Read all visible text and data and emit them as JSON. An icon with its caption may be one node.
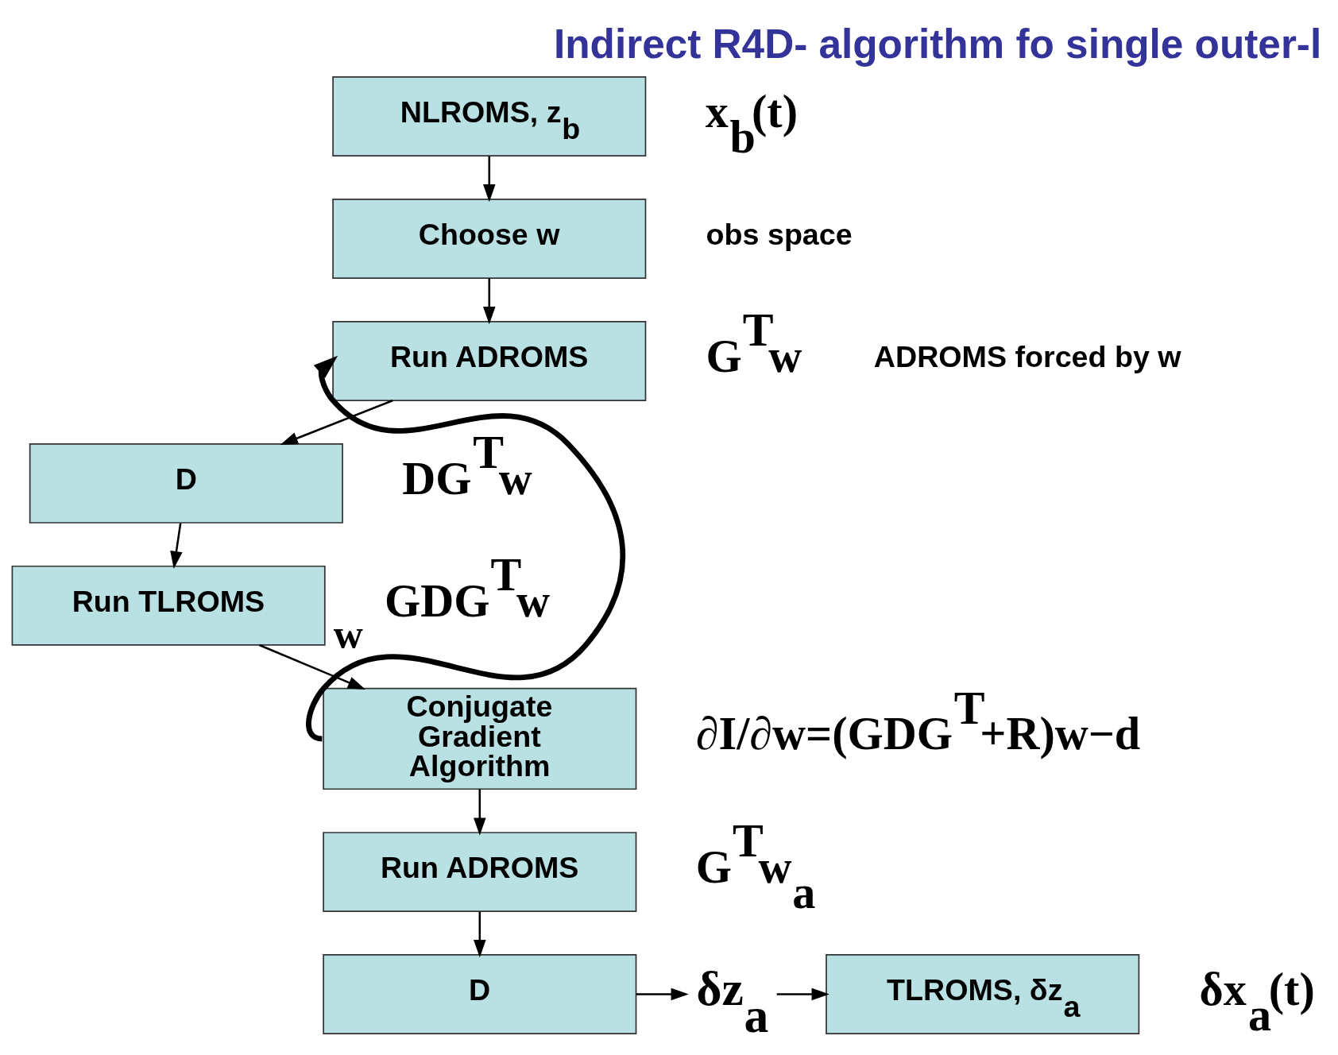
{
  "diagram": {
    "title": "Indirect R4D- algorithm fo single outer-l",
    "nodes": [
      {
        "text": [
          "NLROMS, z$_{b}$"
        ],
        "beside": [
          "x$_{b}$(t)"
        ]
      },
      {
        "text": [
          "Choose w"
        ],
        "beside": [
          "obs space"
        ]
      },
      {
        "text": [
          "Run ADROMS"
        ],
        "beside": [
          "G$^{T}$w"
        ]
      },
      {
        "text": [
          "D"
        ],
        "beside": [
          "DG$^{T}$w"
        ]
      },
      {
        "text": [
          "Run TLROMS"
        ],
        "beside": [
          "GDG$^{T}$w"
        ]
      },
      {
        "text": [
          "Conjugate Gradient Algorithm"
        ],
        "beside": [
          "∂I/∂w=(GDG$^{T}$+R)w−d"
        ]
      },
      {
        "text": [
          "Run ADROMS"
        ],
        "beside": [
          "G$^{T}$w$_{a}$"
        ]
      },
      {
        "text": [
          "D"
        ]
      },
      {
        "text": [
          "δz$_{a}$"
        ]
      },
      {
        "text": [
          "TLROMS, δz$_{a}$"
        ],
        "beside": [
          "δx$_{a}$(t)"
        ]
      }
    ],
    "edges": [
      {
        "from": 0,
        "to": 1,
        "arrow": "to"
      },
      {
        "from": 1,
        "to": 2,
        "arrow": "to"
      },
      {
        "from": 2,
        "to": 3,
        "arrow": "to"
      },
      {
        "from": 3,
        "to": 4,
        "arrow": "to"
      },
      {
        "from": 4,
        "to": 5,
        "arrow": "to"
      },
      {
        "from": 5,
        "to": 6,
        "arrow": "to"
      },
      {
        "from": 6,
        "to": 7,
        "arrow": "to"
      },
      {
        "from": 7,
        "to": 8,
        "arrow": "to"
      },
      {
        "from": 8,
        "to": 9,
        "arrow": "to"
      },
      {
        "from": 5,
        "to": 2,
        "arrow": "to",
        "label": "w",
        "style": "thick"
      }
    ],
    "labels": [
      "ADROMS forced by w"
    ]
  }
}
